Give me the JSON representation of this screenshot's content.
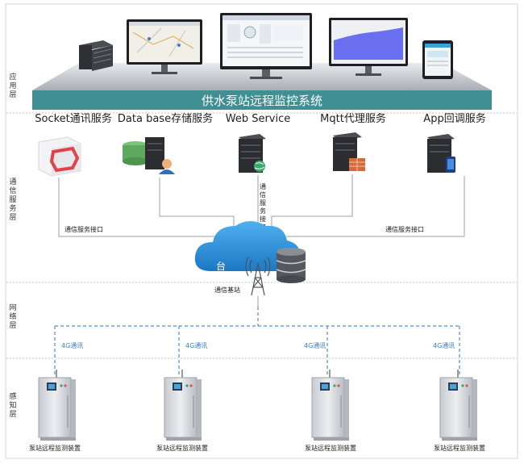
{
  "layers": {
    "app": "应用层",
    "comm": "通信服务层",
    "network": "网络层",
    "sense": "感知层"
  },
  "system_title": "供水泵站远程监控系统",
  "services": [
    {
      "label": "Socket通讯服务",
      "icon": "socket-server-icon"
    },
    {
      "label": "Data base存储服务",
      "icon": "database-server-icon"
    },
    {
      "label": "Web Service",
      "icon": "web-server-icon"
    },
    {
      "label": "Mqtt代理服务",
      "icon": "mqtt-server-icon"
    },
    {
      "label": "App回调服务",
      "icon": "app-server-icon"
    }
  ],
  "interface_label": "通信服务接口",
  "cloud_partial_text": "台",
  "base_station_label": "通信基站",
  "link_label": "4G通讯",
  "device_label": "泵站远程监测装置",
  "colors": {
    "title_bar": "#3f8f93",
    "cloud": "#2b8fd6",
    "dash_line": "#4a8fd6",
    "link_text": "#3a7fd0",
    "cabinet": "#dcdfe3"
  }
}
